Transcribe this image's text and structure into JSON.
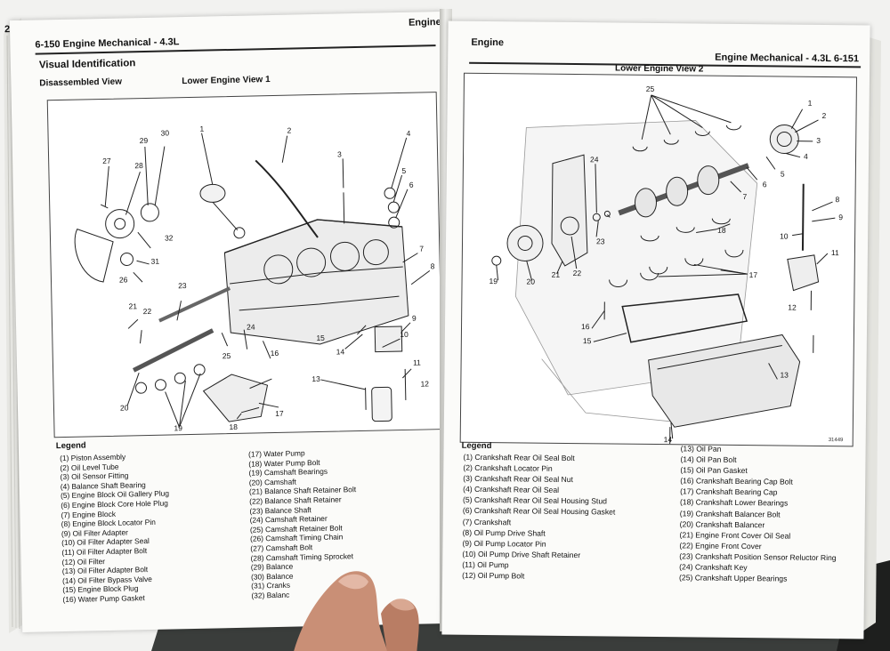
{
  "left_page": {
    "page_mark": "2",
    "header_left": "6-150  Engine Mechanical - 4.3L",
    "header_right": "Engine",
    "section_title": "Visual Identification",
    "subsection": "Disassembled View",
    "figure_title": "Lower Engine View 1",
    "legend_title": "Legend",
    "legend_col1": [
      "(1) Piston Assembly",
      "(2) Oil Level Tube",
      "(3) Oil Sensor Fitting",
      "(4) Balance Shaft Bearing",
      "(5) Engine Block Oil Gallery Plug",
      "(6) Engine Block Core Hole Plug",
      "(7) Engine Block",
      "(8) Engine Block Locator Pin",
      "(9) Oil Filter Adapter",
      "(10) Oil Filter Adapter Seal",
      "(11) Oil Filter Adapter Bolt",
      "(12) Oil Filter",
      "(13) Oil Filter Adapter Bolt",
      "(14) Oil Filter Bypass Valve",
      "(15) Engine Block Plug",
      "(16) Water Pump Gasket"
    ],
    "legend_col2": [
      "(17) Water Pump",
      "(18) Water Pump Bolt",
      "(19) Camshaft Bearings",
      "(20) Camshaft",
      "(21) Balance Shaft Retainer Bolt",
      "(22) Balance Shaft Retainer",
      "(23) Balance Shaft",
      "(24) Camshaft Retainer",
      "(25) Camshaft Retainer Bolt",
      "(26) Camshaft Timing Chain",
      "(27) Camshaft Bolt",
      "(28) Camshaft Timing Sprocket",
      "(29) Balance",
      "(30) Balance",
      "(31) Cranks",
      "(32) Balanc"
    ]
  },
  "right_page": {
    "header_left": "Engine",
    "header_right": "Engine Mechanical - 4.3L    6-151",
    "figure_title": "Lower Engine View 2",
    "figure_id": "31449",
    "legend_title": "Legend",
    "legend_col1": [
      "(1) Crankshaft Rear Oil Seal Bolt",
      "(2) Crankshaft Locator Pin",
      "(3) Crankshaft Rear Oil Seal Nut",
      "(4) Crankshaft Rear Oil Seal",
      "(5) Crankshaft Rear Oil Seal Housing Stud",
      "(6) Crankshaft Rear Oil Seal Housing Gasket",
      "(7) Crankshaft",
      "(8) Oil Pump Drive Shaft",
      "(9) Oil Pump Locator Pin",
      "(10) Oil Pump Drive Shaft Retainer",
      "(11) Oil Pump",
      "(12) Oil Pump Bolt"
    ],
    "legend_col2": [
      "(13) Oil Pan",
      "(14) Oil Pan Bolt",
      "(15) Oil Pan Gasket",
      "(16) Crankshaft Bearing Cap Bolt",
      "(17) Crankshaft Bearing Cap",
      "(18) Crankshaft Lower Bearings",
      "(19) Crankshaft Balancer Bolt",
      "(20) Crankshaft Balancer",
      "(21) Engine Front Cover Oil Seal",
      "(22) Engine Front Cover",
      "(23) Crankshaft Position Sensor Reluctor Ring",
      "(24) Crankshaft Key",
      "(25) Crankshaft Upper Bearings"
    ]
  },
  "callouts_view1": [
    "1",
    "2",
    "3",
    "4",
    "5",
    "6",
    "7",
    "8",
    "9",
    "10",
    "11",
    "12",
    "13",
    "14",
    "15",
    "16",
    "17",
    "18",
    "19",
    "20",
    "21",
    "22",
    "23",
    "24",
    "25",
    "26",
    "27",
    "28",
    "29",
    "30",
    "31",
    "32"
  ],
  "callouts_view2": [
    "1",
    "2",
    "3",
    "4",
    "5",
    "6",
    "7",
    "8",
    "9",
    "10",
    "11",
    "12",
    "13",
    "14",
    "15",
    "16",
    "17",
    "18",
    "19",
    "20",
    "21",
    "22",
    "23",
    "24",
    "25"
  ]
}
